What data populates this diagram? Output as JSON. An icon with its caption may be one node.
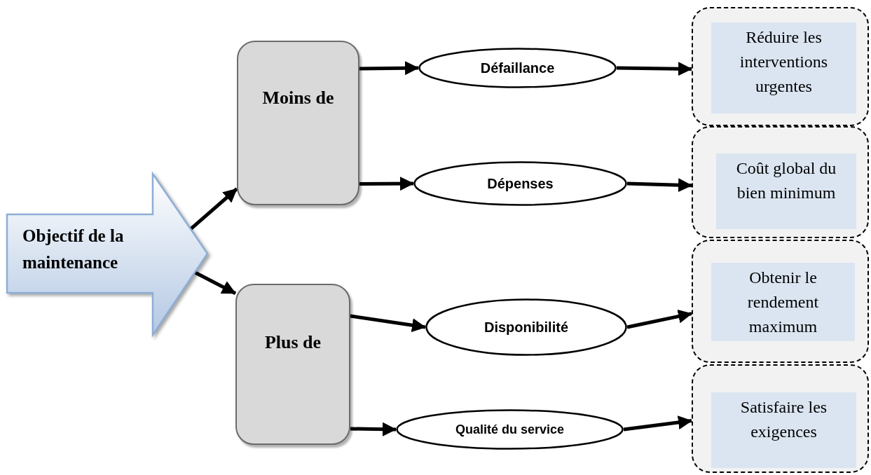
{
  "diagram": {
    "nodes": [
      {
        "text": [
          "Objectif de la maintenance"
        ]
      },
      {
        "text": [
          "Moins de"
        ]
      },
      {
        "text": [
          "Plus de"
        ]
      },
      {
        "text": [
          "Défaillance"
        ]
      },
      {
        "text": [
          "Dépenses"
        ]
      },
      {
        "text": [
          "Disponibilité"
        ]
      },
      {
        "text": [
          "Qualité du service"
        ]
      },
      {
        "text": [],
        "shape": "box"
      },
      {
        "text": [
          "Réduire les interventions urgentes"
        ],
        "in": 7
      },
      {
        "text": [],
        "shape": "box"
      },
      {
        "text": [
          "Coût global du bien minimum"
        ],
        "in": 9
      },
      {
        "text": [],
        "shape": "box"
      },
      {
        "text": [
          "Obtenir le rendement maximum"
        ],
        "in": 11
      },
      {
        "text": [],
        "shape": "box"
      },
      {
        "text": [
          "Satisfaire les exigences"
        ],
        "in": 13
      }
    ],
    "edges": [
      {
        "from": 0,
        "to": 1,
        "arrow": "to"
      },
      {
        "from": 0,
        "to": 2,
        "arrow": "to"
      },
      {
        "from": 1,
        "to": 3,
        "arrow": "to"
      },
      {
        "from": 1,
        "to": 4,
        "arrow": "to"
      },
      {
        "from": 2,
        "to": 5,
        "arrow": "to"
      },
      {
        "from": 2,
        "to": 6,
        "arrow": "to"
      },
      {
        "from": 3,
        "to": 7,
        "arrow": "to"
      },
      {
        "from": 4,
        "to": 9,
        "arrow": "to"
      },
      {
        "from": 5,
        "to": 11,
        "arrow": "to"
      },
      {
        "from": 6,
        "to": 13,
        "arrow": "to"
      }
    ]
  }
}
